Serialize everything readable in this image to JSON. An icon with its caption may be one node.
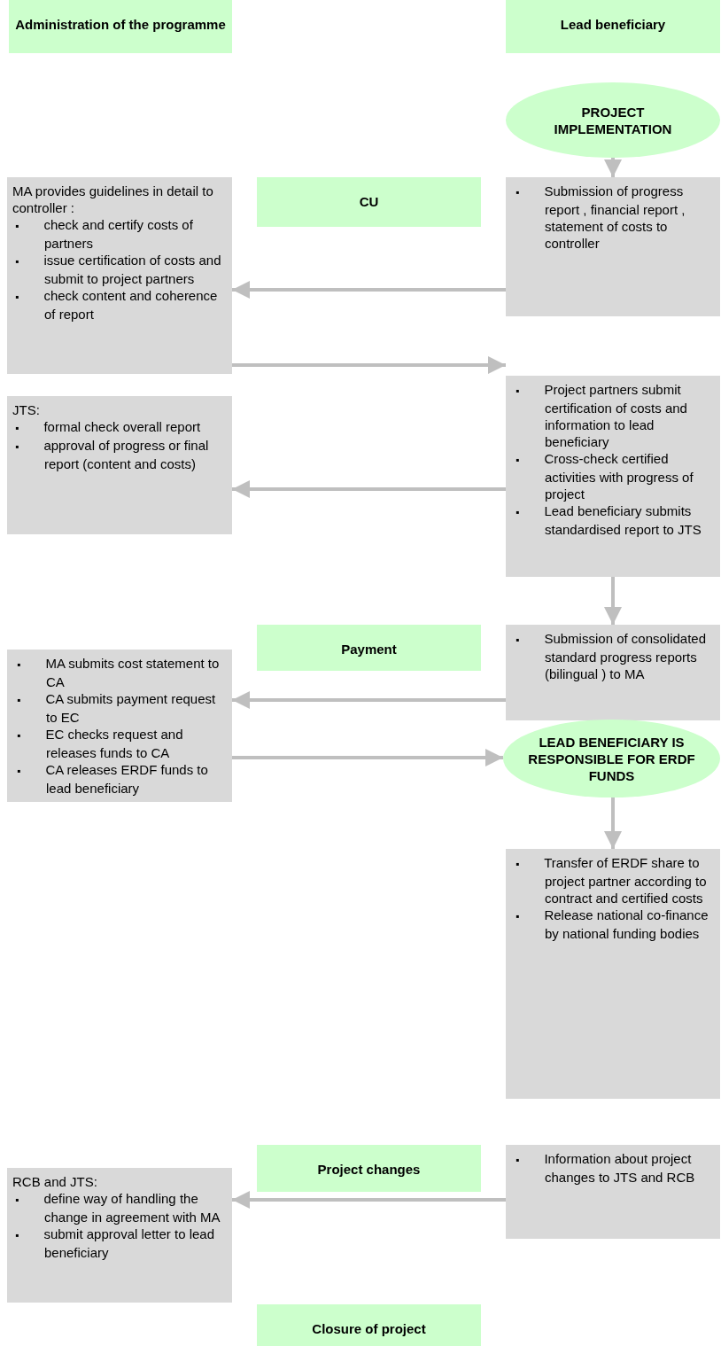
{
  "diagram": {
    "nodes": [
      {
        "text": [
          "Administration of the programme"
        ]
      },
      {
        "text": [
          "Lead beneficiary"
        ]
      },
      {
        "text": [
          "PROJECT IMPLEMENTATION"
        ]
      },
      {
        "text": [
          "MA provides guidelines in detail to controller :",
          "▪ check and certify costs of partners",
          "▪ issue certification of costs and submit to project partners",
          "▪ check content and coherence of report"
        ]
      },
      {
        "text": [
          "CU"
        ]
      },
      {
        "text": [
          "▪ Submission of progress report , financial report , statement of costs to controller"
        ]
      },
      {
        "text": [
          "▪ Project partners submit certification of costs and information to lead beneficiary",
          "▪ Cross-check certified activities with progress of project",
          "▪ Lead beneficiary submits standardised report to JTS"
        ]
      },
      {
        "text": [
          "JTS:",
          "▪ formal check overall report",
          "▪ approval of progress or final report (content and costs)"
        ]
      },
      {
        "text": [
          "Payment"
        ]
      },
      {
        "text": [
          "▪ Submission of consolidated standard progress reports (bilingual ) to MA"
        ]
      },
      {
        "text": [
          "▪ MA submits cost statement to CA",
          "▪ CA submits payment request to EC",
          "▪ EC checks request and releases funds to CA",
          "▪ CA releases ERDF funds to lead beneficiary"
        ]
      },
      {
        "text": [
          "LEAD BENEFICIARY IS RESPONSIBLE FOR ERDF FUNDS"
        ]
      },
      {
        "text": [
          "▪ Transfer of ERDF share to project partner according to contract and certified costs",
          "▪ Release national co-finance by national funding bodies"
        ]
      },
      {
        "text": [
          "Project changes"
        ]
      },
      {
        "text": [
          "▪ Information about project changes to JTS and RCB"
        ]
      },
      {
        "text": [
          "RCB and JTS:",
          "▪ define way of handling the change in agreement with MA",
          "▪ submit approval letter to lead beneficiary"
        ]
      },
      {
        "text": [
          "Closure of project"
        ]
      }
    ],
    "edges": [
      {
        "from": 2,
        "to": 5,
        "arrow": "to"
      },
      {
        "from": 5,
        "to": 3,
        "arrow": "to"
      },
      {
        "from": 3,
        "to": 6,
        "arrow": "to"
      },
      {
        "from": 6,
        "to": 7,
        "arrow": "to"
      },
      {
        "from": 6,
        "to": 9,
        "arrow": "to"
      },
      {
        "from": 9,
        "to": 10,
        "arrow": "to"
      },
      {
        "from": 10,
        "to": 11,
        "arrow": "to"
      },
      {
        "from": 11,
        "to": 12,
        "arrow": "to"
      },
      {
        "from": 14,
        "to": 15,
        "arrow": "to"
      }
    ]
  }
}
